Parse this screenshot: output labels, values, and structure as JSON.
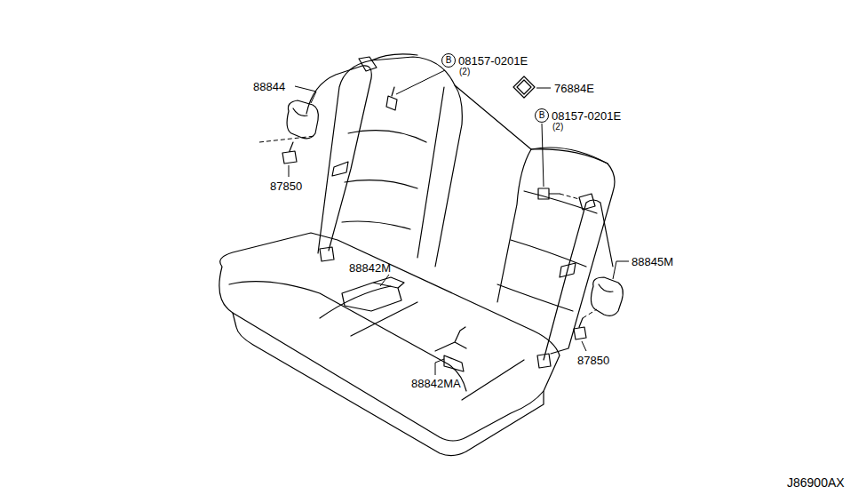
{
  "diagram": {
    "labels": [
      "88844",
      "B",
      "08157-0201E",
      "(2)",
      "76884E",
      "B",
      "08157-0201E",
      "(2)",
      "87850",
      "88842M",
      "88845M",
      "87850",
      "88842MA",
      "J86900AX"
    ]
  }
}
